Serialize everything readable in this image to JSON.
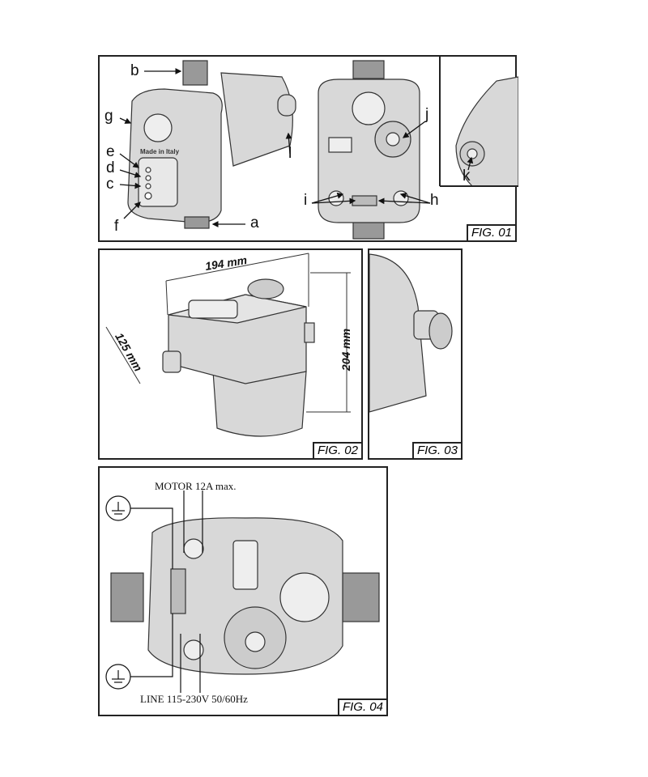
{
  "fig01": {
    "caption": "FIG. 01",
    "labels": {
      "a": "a",
      "b": "b",
      "c": "c",
      "d": "d",
      "e": "e",
      "f": "f",
      "g": "g",
      "h": "h",
      "i": "i",
      "j": "j",
      "k": "k",
      "l": "l"
    },
    "device_text": "Made in Italy"
  },
  "fig02": {
    "caption": "FIG. 02",
    "width": "194 mm",
    "depth": "125 mm",
    "height": "204 mm"
  },
  "fig03": {
    "caption": "FIG. 03"
  },
  "fig04": {
    "caption": "FIG. 04",
    "motor_label": "MOTOR 12A max.",
    "line_label": "LINE 115-230V 50/60Hz"
  }
}
